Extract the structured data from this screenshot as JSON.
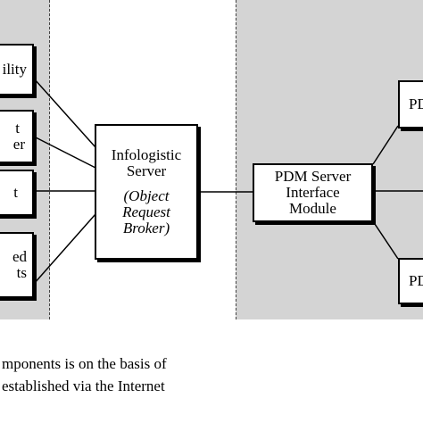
{
  "left_boxes": [
    {
      "lines": [
        "ility"
      ]
    },
    {
      "lines": [
        "t",
        "er"
      ]
    },
    {
      "lines": [
        "t"
      ]
    },
    {
      "lines": [
        "ed",
        "ts"
      ]
    }
  ],
  "center_box": {
    "lines": [
      "Infologistic",
      "Server"
    ],
    "italic_lines": [
      "(Object",
      "Request",
      "Broker)"
    ]
  },
  "pdm_box": {
    "lines": [
      "PDM Server",
      "Interface",
      "Module"
    ]
  },
  "right_boxes": [
    {
      "label": "PD"
    },
    {
      "label": "PD"
    }
  ],
  "caption": {
    "line1": "mponents is on the basis of",
    "line2": "established via the Internet"
  }
}
